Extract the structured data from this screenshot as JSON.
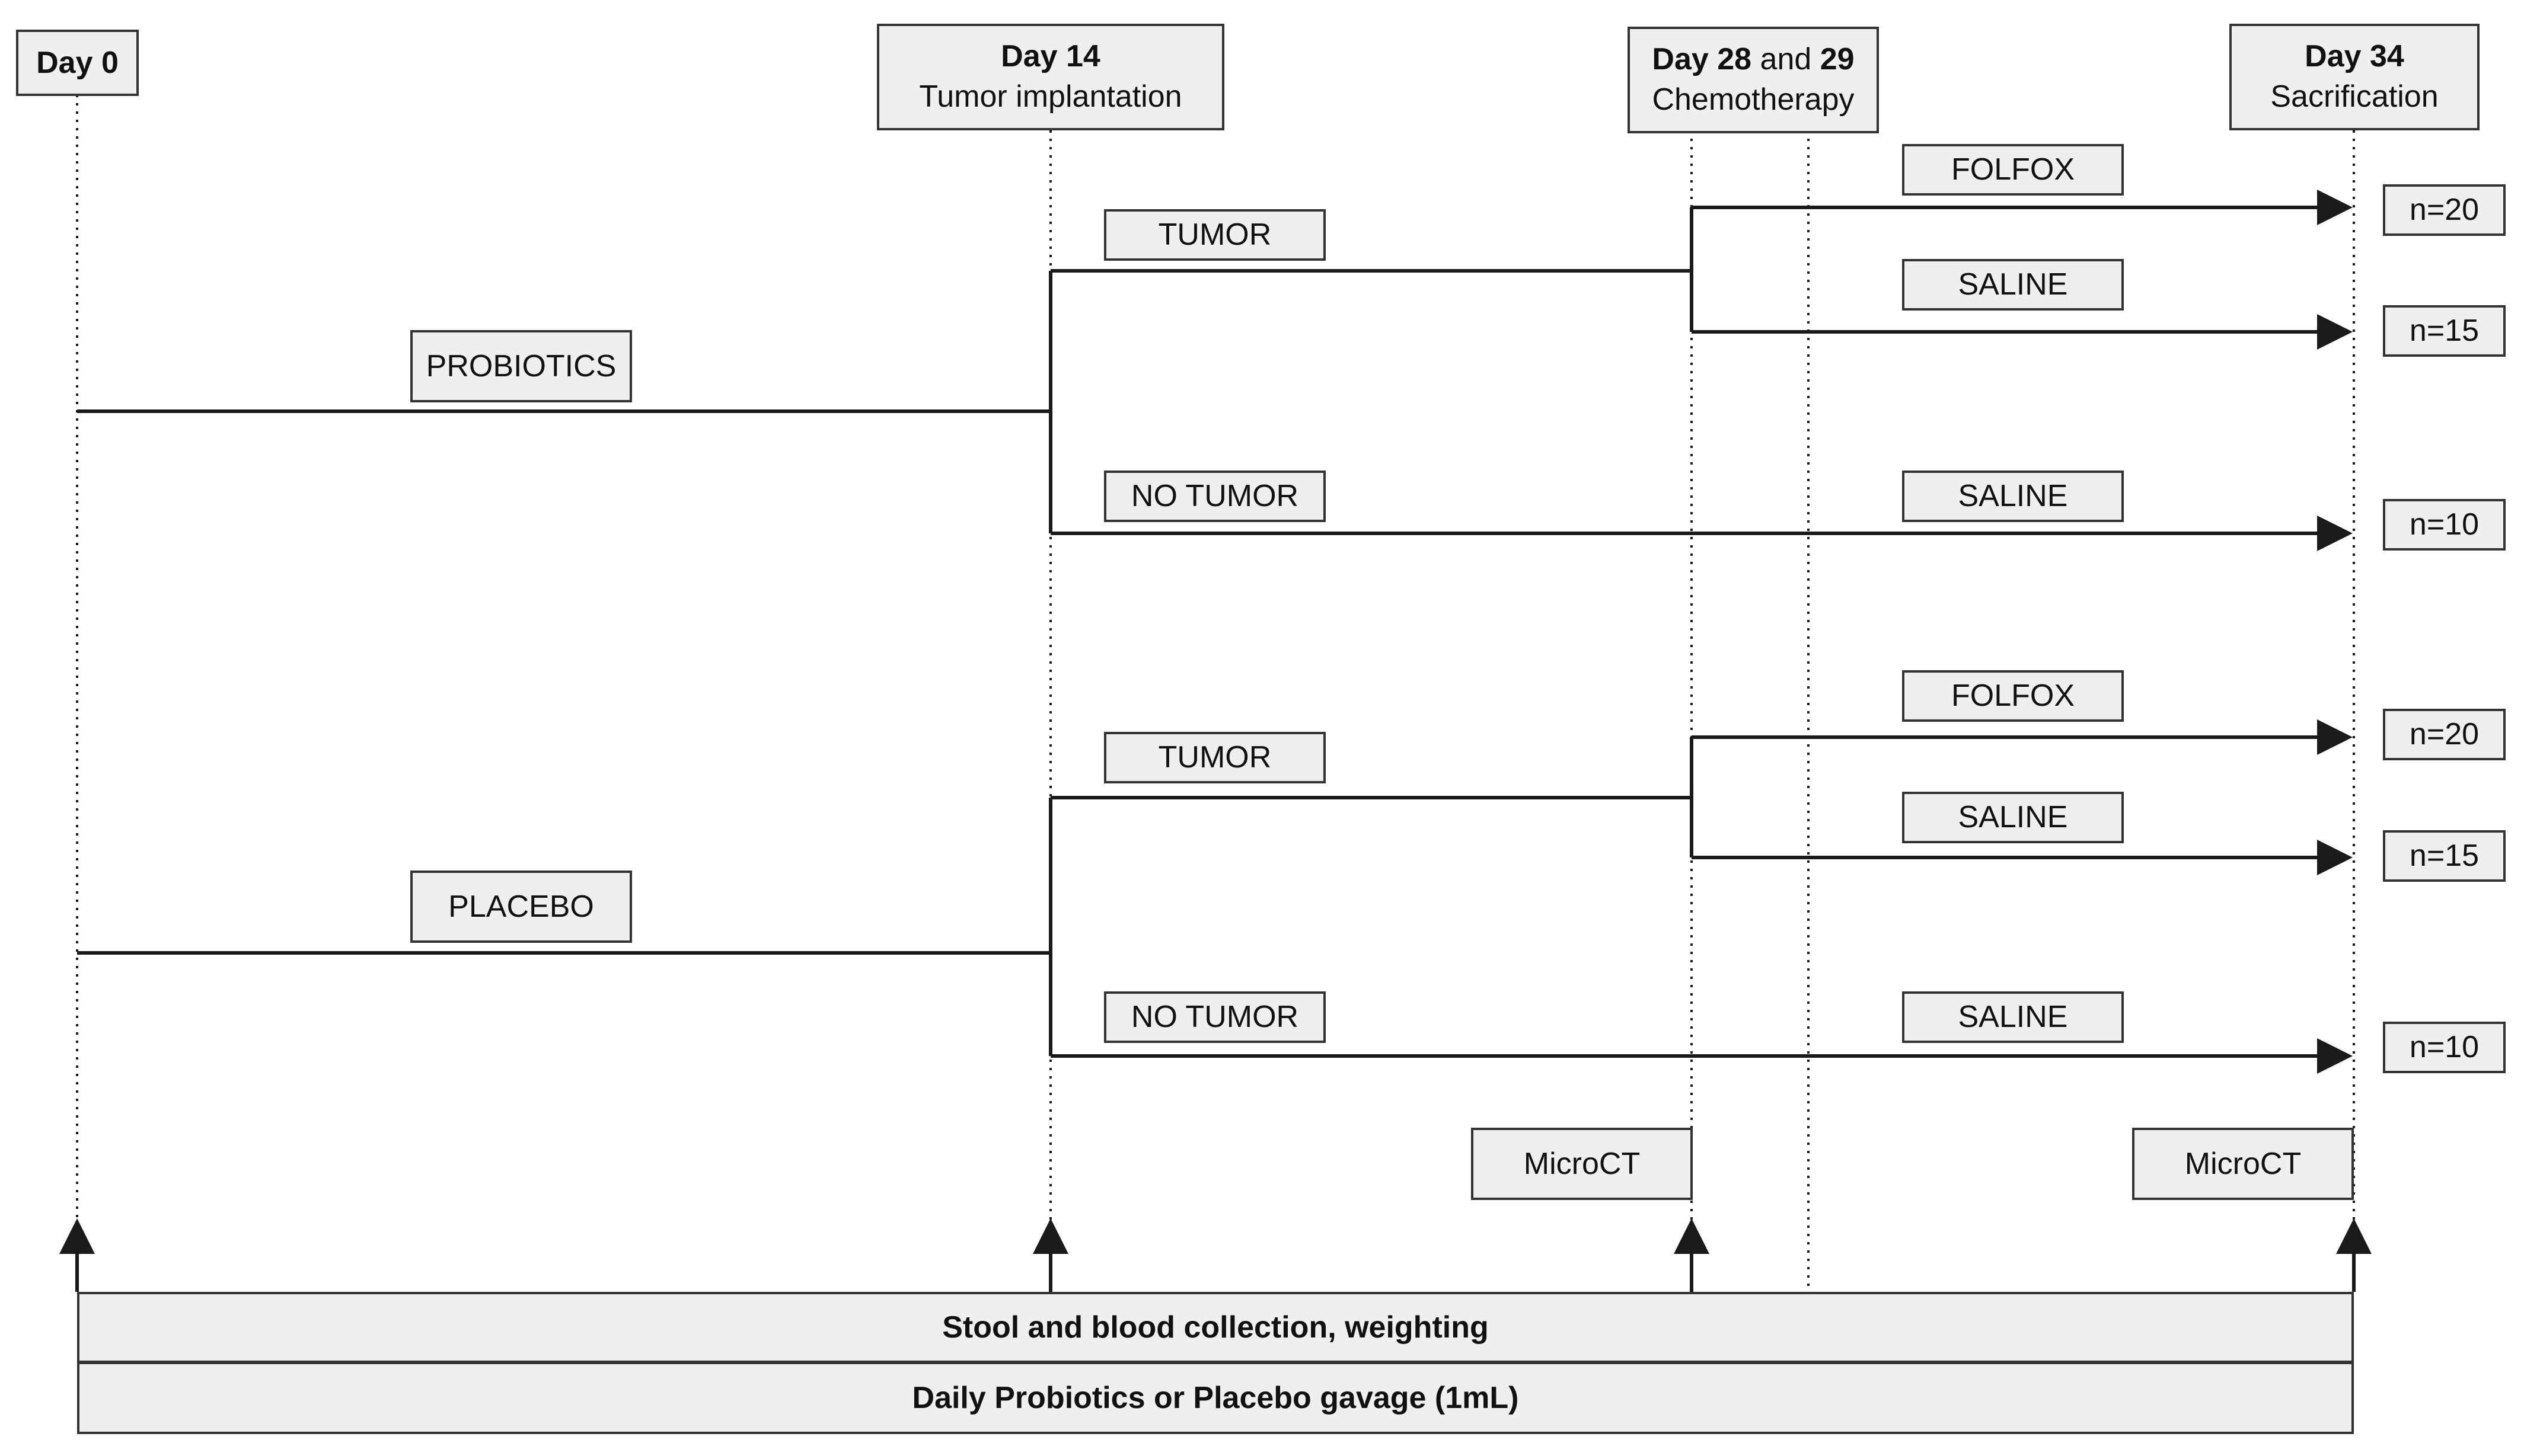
{
  "phases": {
    "day0": {
      "title": "Day 0"
    },
    "day14": {
      "title": "Day 14",
      "subtitle": "Tumor implantation"
    },
    "day28": {
      "title_a": "Day 28",
      "title_and": " and ",
      "title_b": "29",
      "subtitle": "Chemotherapy"
    },
    "day34": {
      "title": "Day 34",
      "subtitle": "Sacrification"
    }
  },
  "groups": {
    "probiotics": {
      "label": "PROBIOTICS",
      "tumor": "TUMOR",
      "no_tumor": "NO TUMOR",
      "folfox": "FOLFOX",
      "saline_tumor": "SALINE",
      "saline_no_tumor": "SALINE",
      "n_folfox": "n=20",
      "n_saline": "n=15",
      "n_no_tumor": "n=10"
    },
    "placebo": {
      "label": "PLACEBO",
      "tumor": "TUMOR",
      "no_tumor": "NO TUMOR",
      "folfox": "FOLFOX",
      "saline_tumor": "SALINE",
      "saline_no_tumor": "SALINE",
      "n_folfox": "n=20",
      "n_saline": "n=15",
      "n_no_tumor": "n=10"
    }
  },
  "imaging": {
    "microct_day28": "MicroCT",
    "microct_day34": "MicroCT"
  },
  "footer": {
    "collection": "Stool and blood collection, weighting",
    "gavage": "Daily Probiotics or Placebo gavage (1mL)"
  },
  "colors": {
    "line": "#1a1a1a",
    "box_fill": "#efefef",
    "box_border": "#333333"
  }
}
